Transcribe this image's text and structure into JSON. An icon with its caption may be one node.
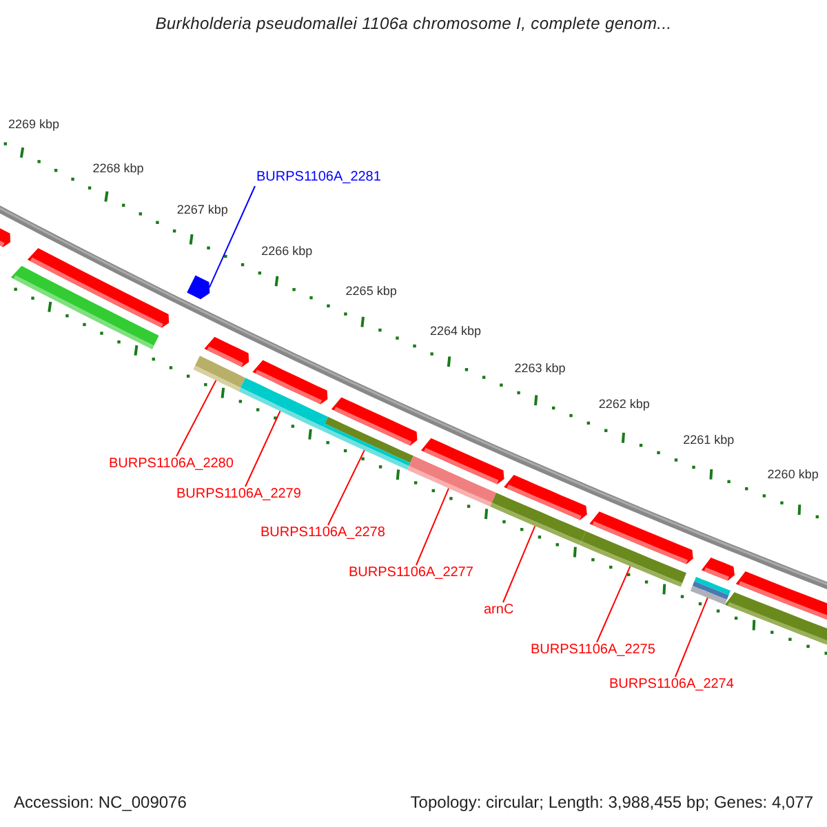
{
  "diagram": {
    "title": "Burkholderia pseudomallei 1106a chromosome I, complete genom...",
    "nodes": [
      {
        "text": [
          "BURPS1106A_2281"
        ]
      },
      {
        "text": [
          "BURPS1106A_2280"
        ]
      },
      {
        "text": [
          "BURPS1106A_2279"
        ]
      },
      {
        "text": [
          "BURPS1106A_2278"
        ]
      },
      {
        "text": [
          "BURPS1106A_2277"
        ]
      },
      {
        "text": [
          "arnC"
        ]
      },
      {
        "text": [
          "BURPS1106A_2275"
        ]
      },
      {
        "text": [
          "BURPS1106A_2274"
        ]
      },
      {
        "text": [],
        "shape": "pentagon"
      },
      {
        "text": [],
        "shape": "bar"
      },
      {
        "text": [],
        "shape": "bar"
      },
      {
        "text": [],
        "shape": "bar"
      },
      {
        "text": [],
        "shape": "bar"
      },
      {
        "text": [],
        "shape": "bar"
      },
      {
        "text": [],
        "shape": "bar"
      },
      {
        "text": [],
        "shape": "bar"
      }
    ],
    "edges": [
      {
        "from": 0,
        "to": 8,
        "arrow": "none",
        "color": "#0000ff"
      },
      {
        "from": 1,
        "to": 9,
        "arrow": "none"
      },
      {
        "from": 2,
        "to": 10,
        "arrow": "none"
      },
      {
        "from": 3,
        "to": 11,
        "arrow": "none"
      },
      {
        "from": 4,
        "to": 12,
        "arrow": "none"
      },
      {
        "from": 5,
        "to": 13,
        "arrow": "none"
      },
      {
        "from": 6,
        "to": 14,
        "arrow": "none"
      },
      {
        "from": 7,
        "to": 15,
        "arrow": "none"
      }
    ],
    "labels": [
      "2269 kbp",
      "2268 kbp",
      "2267 kbp",
      "2266 kbp",
      "2265 kbp",
      "2264 kbp",
      "2263 kbp",
      "2262 kbp",
      "2261 kbp",
      "2260 kbp",
      "Accession: NC_009076",
      "Topology: circular; Length: 3,988,455 bp; Genes: 4,077"
    ]
  }
}
